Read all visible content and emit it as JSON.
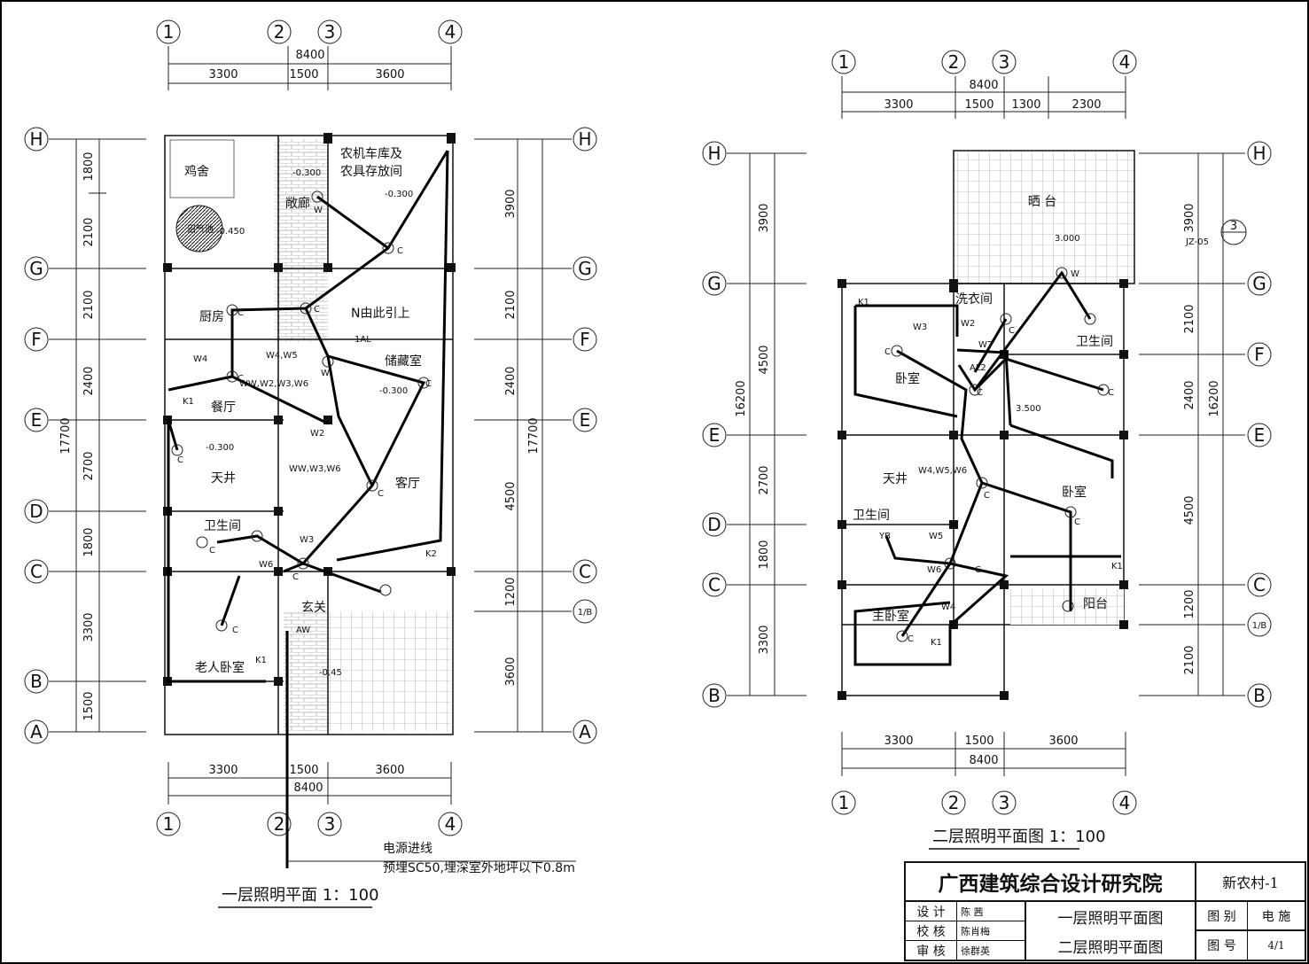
{
  "axis_labels_x": [
    "1",
    "2",
    "3",
    "4"
  ],
  "axis_labels_y": [
    "H",
    "G",
    "F",
    "E",
    "D",
    "C",
    "1/B",
    "B",
    "A"
  ],
  "plan1": {
    "top_total": "8400",
    "top_dims": [
      "3300",
      "1500",
      "3600"
    ],
    "bottom_total": "8400",
    "bottom_dims": [
      "3300",
      "1500",
      "3600"
    ],
    "left_total": "17700",
    "left_dims": [
      "1800",
      "2100",
      "2100",
      "2400",
      "2700",
      "1800",
      "3300",
      "1500"
    ],
    "right_total": "17700",
    "right_dims": [
      "3900",
      "2100",
      "2400",
      "4500",
      "1200",
      "3600"
    ],
    "rooms": [
      "鸡舍",
      "沼气池",
      "敞廊",
      "农机车库及",
      "农具存放间",
      "厨房",
      "N由此引上",
      "储藏室",
      "餐厅",
      "天井",
      "客厅",
      "卫生间",
      "玄关",
      "老人卧室"
    ],
    "levels": [
      "-0.300",
      "-0.300",
      "-0.450",
      "-0.300",
      "-0.300",
      "-0.45"
    ],
    "tags": [
      "W",
      "W4",
      "W4,W5",
      "W",
      "1AL",
      "K1",
      "WW,W2,W3,W6",
      "W2",
      "WW,W3,W6",
      "W3",
      "W6",
      "K2",
      "AW",
      "K1",
      "C",
      "C",
      "C",
      "C",
      "C",
      "C",
      "C",
      "C",
      "C",
      "C"
    ],
    "power_note_1": "电源进线",
    "power_note_2": "预埋SC50,埋深室外地坪以下0.8m",
    "title": "一层照明平面 1：100"
  },
  "plan2": {
    "top_total": "8400",
    "top_dims": [
      "3300",
      "1500",
      "1300",
      "2300"
    ],
    "bottom_total": "8400",
    "bottom_dims": [
      "3300",
      "1500",
      "3600"
    ],
    "left_total": "16200",
    "left_dims": [
      "3900",
      "4500",
      "2700",
      "1800",
      "3300"
    ],
    "right_total": "16200",
    "right_dims": [
      "3900",
      "2100",
      "2400",
      "4500",
      "1200",
      "2100"
    ],
    "rooms": [
      "晒 台",
      "洗衣间",
      "卫生间",
      "卧室",
      "天井",
      "卫生间",
      "卧室",
      "主卧室",
      "阳台"
    ],
    "levels": [
      "3.000",
      "3.500"
    ],
    "detail_ref": "JZ-05",
    "detail_num": "3",
    "tags": [
      "K1",
      "W",
      "W3",
      "W2",
      "W7",
      "AL2",
      "W4,W5,W6",
      "W5",
      "W6",
      "W4",
      "K1",
      "K1",
      "YB",
      "C",
      "C",
      "C",
      "C",
      "C",
      "C",
      "C",
      "C"
    ],
    "title": "二层照明平面图 1：100"
  },
  "title_block": {
    "institute": "广西建筑综合设计研究院",
    "project": "新农村-1",
    "role_design": "设 计",
    "name_design": "陈 茜",
    "role_check": "校 核",
    "name_check": "陈肖梅",
    "role_review": "审 核",
    "name_review": "徐群英",
    "drawing_1": "一层照明平面图",
    "drawing_2": "二层照明平面图",
    "cat_label": "图 别",
    "cat_value": "电 施",
    "num_label": "图 号",
    "num_value": "4/1"
  }
}
